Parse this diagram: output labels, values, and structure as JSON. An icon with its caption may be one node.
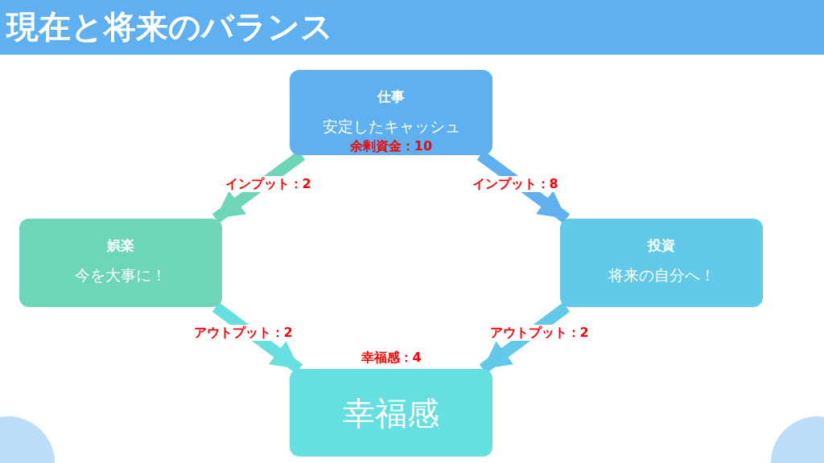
{
  "diagram": {
    "title": "現在と将来のバランス",
    "nodes": [
      {
        "text": [
          "仕事",
          "安定したキャッシュ",
          "余剰資金：10"
        ]
      },
      {
        "text": [
          "娯楽",
          "今を大事に！"
        ]
      },
      {
        "text": [
          "投資",
          "将来の自分へ！"
        ]
      },
      {
        "text": [
          "幸福感"
        ],
        "beside": [
          "幸福感：4"
        ]
      }
    ],
    "edges": [
      {
        "from": 0,
        "to": 1,
        "arrow": "to",
        "label": "インプット：2",
        "color": "#6dd6b8"
      },
      {
        "from": 0,
        "to": 2,
        "arrow": "to",
        "label": "インプット：8",
        "color": "#5fb0f0"
      },
      {
        "from": 1,
        "to": 3,
        "arrow": "to",
        "label": "アウトプット：2",
        "color": "#66dfe0"
      },
      {
        "from": 2,
        "to": 3,
        "arrow": "to",
        "label": "アウトプット：2",
        "color": "#62c9e8"
      }
    ]
  }
}
